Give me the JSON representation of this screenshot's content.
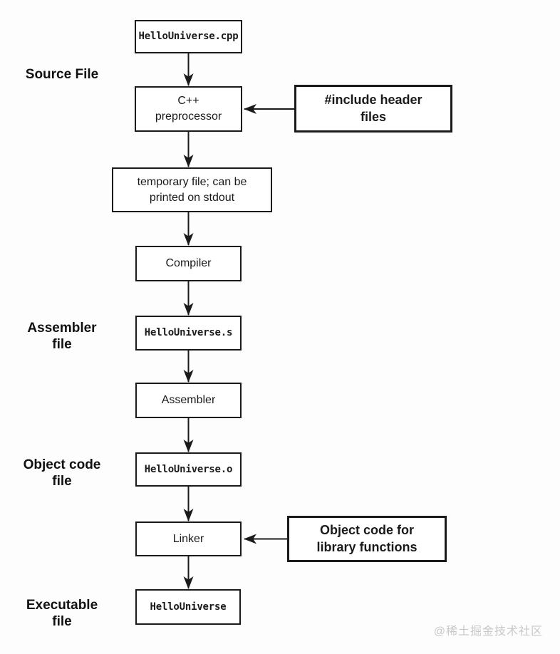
{
  "diagram": {
    "nodes": {
      "source_cpp": "HelloUniverse.cpp",
      "preprocessor": "C++\npreprocessor",
      "temp_file": "temporary file; can be\nprinted on stdout",
      "compiler": "Compiler",
      "assembly_file": "HelloUniverse.s",
      "assembler": "Assembler",
      "object_file": "HelloUniverse.o",
      "linker": "Linker",
      "executable": "HelloUniverse",
      "include_headers": "#include header\nfiles",
      "object_lib": "Object code for\nlibrary functions"
    },
    "side_labels": {
      "source": "Source File",
      "assembler": "Assembler\nfile",
      "object": "Object code\nfile",
      "executable": "Executable\nfile"
    },
    "edges": [
      {
        "from": "source_cpp",
        "to": "preprocessor"
      },
      {
        "from": "include_headers",
        "to": "preprocessor"
      },
      {
        "from": "preprocessor",
        "to": "temp_file"
      },
      {
        "from": "temp_file",
        "to": "compiler"
      },
      {
        "from": "compiler",
        "to": "assembly_file"
      },
      {
        "from": "assembly_file",
        "to": "assembler"
      },
      {
        "from": "assembler",
        "to": "object_file"
      },
      {
        "from": "object_file",
        "to": "linker"
      },
      {
        "from": "object_lib",
        "to": "linker"
      },
      {
        "from": "linker",
        "to": "executable"
      }
    ],
    "watermark": "@稀土掘金技术社区",
    "colors": {
      "background": "#fdfdfd",
      "line": "#1a1a1a",
      "box_fill": "#ffffff",
      "text": "#1a1a1a",
      "watermark": "#c8c8c8"
    }
  }
}
